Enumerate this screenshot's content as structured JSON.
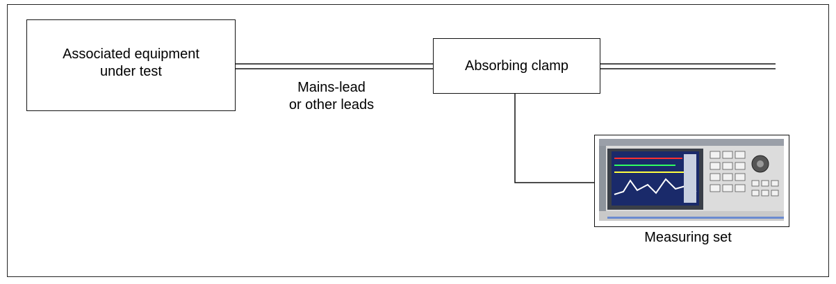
{
  "diagram": {
    "equipment_box": {
      "label": "Associated equipment\nunder test"
    },
    "clamp_box": {
      "label": "Absorbing clamp"
    },
    "lead_label": "Mains-lead\nor other leads",
    "measuring_set": {
      "label": "Measuring set",
      "icon": "spectrum-analyzer-photo"
    }
  }
}
